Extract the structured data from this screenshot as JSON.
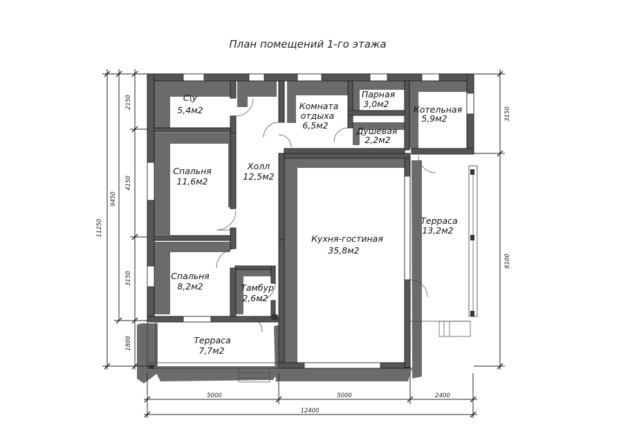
{
  "title": "План помещений 1-го этажа",
  "rooms": {
    "wc": {
      "name": "С\\у",
      "area": "5,4м2"
    },
    "bedroom1": {
      "name": "Спальня",
      "area": "11,6м2"
    },
    "bedroom2": {
      "name": "Спальня",
      "area": "8,2м2"
    },
    "hall": {
      "name": "Холл",
      "area": "12,5м2"
    },
    "rest_room": {
      "name_line1": "Комната",
      "name_line2": "отдыха",
      "area": "6,5м2"
    },
    "steam_room": {
      "name": "Парная",
      "area": "3,0м2"
    },
    "shower": {
      "name": "Душевая",
      "area": "2,2м2"
    },
    "boiler": {
      "name": "Котельная",
      "area": "5,9м2"
    },
    "kitchen": {
      "name": "Кухня-гостиная",
      "area": "35,8м2"
    },
    "vestibule": {
      "name": "Тамбур",
      "area": "2,6м2"
    },
    "terrace_right": {
      "name": "Терраса",
      "area": "13,2м2"
    },
    "terrace_bottom": {
      "name": "Терраса",
      "area": "7,7м2"
    }
  },
  "dimensions": {
    "left_outer": "11250",
    "left_mid": "9450",
    "left_segments": [
      "2150",
      "4150",
      "3150",
      "1800"
    ],
    "right": [
      "3150",
      "8100"
    ],
    "bottom_segments": [
      "5000",
      "5000",
      "2400"
    ],
    "bottom_total": "12400"
  }
}
